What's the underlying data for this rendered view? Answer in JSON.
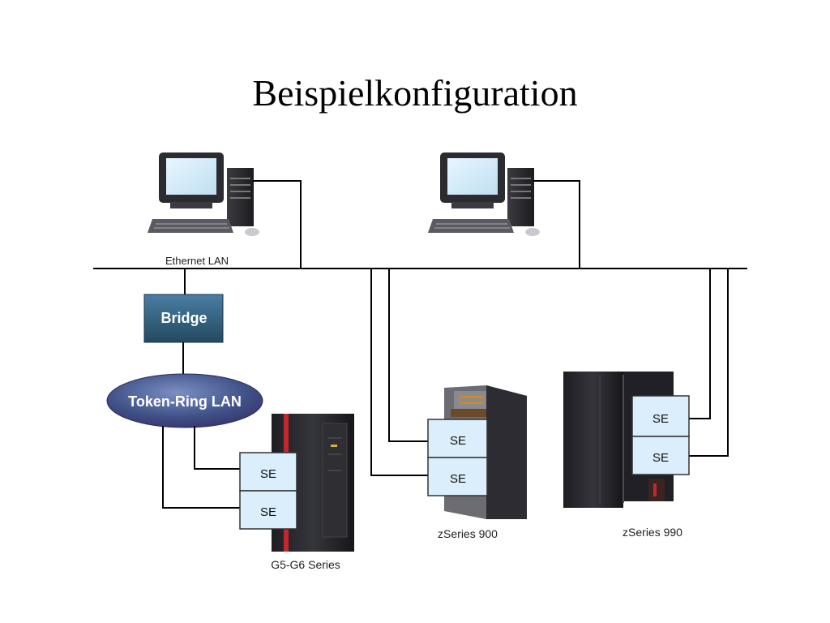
{
  "slide": {
    "title": "Beispielkonfiguration"
  },
  "network": {
    "ethernet_label": "Ethernet LAN",
    "bridge_label": "Bridge",
    "token_ring_label": "Token-Ring LAN"
  },
  "workstations": [
    {
      "id": "workstation-left",
      "icon": "desktop-computer-icon"
    },
    {
      "id": "workstation-right",
      "icon": "desktop-computer-icon"
    }
  ],
  "systems": [
    {
      "id": "g5-g6",
      "name": "G5-G6 Series",
      "se_labels": [
        "SE",
        "SE"
      ]
    },
    {
      "id": "zseries-900",
      "name": "zSeries 900",
      "se_labels": [
        "SE",
        "SE"
      ]
    },
    {
      "id": "zseries-990",
      "name": "zSeries 990",
      "se_labels": [
        "SE",
        "SE"
      ]
    }
  ],
  "colors": {
    "bridge_fill": "#2f5d7f",
    "token_ring_fill": "#3f5a88",
    "se_box_fill": "#dbeefb",
    "mainframe_dark": "#2a2a2e",
    "accent_red": "#c4262e"
  }
}
